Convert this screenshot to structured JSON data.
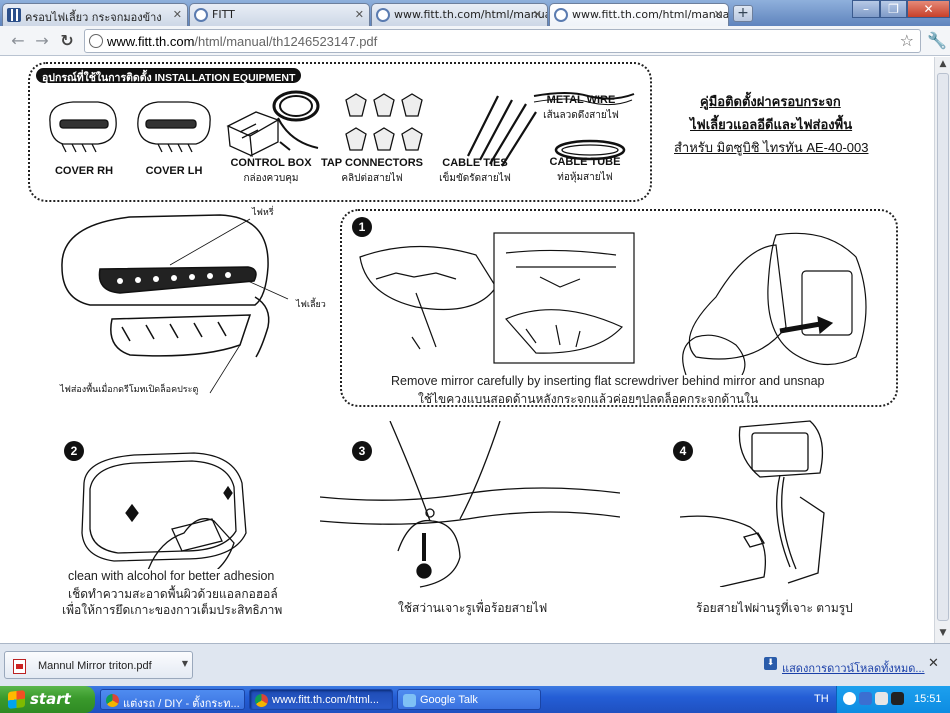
{
  "browser": {
    "tabs": [
      {
        "label": "ครอบไฟเลี้ยว กระจกมองข้าง",
        "active": false
      },
      {
        "label": "FITT",
        "active": false
      },
      {
        "label": "www.fitt.th.com/html/manual/",
        "active": false
      },
      {
        "label": "www.fitt.th.com/html/manual/",
        "active": true
      }
    ],
    "new_tab_label": "+",
    "window_controls": {
      "minimize": "–",
      "maximize": "❐",
      "close": "✕"
    },
    "address": {
      "host": "www.fitt.th.com",
      "path": "/html/manual/th1246523147.pdf"
    },
    "icons": {
      "back": "back-arrow-icon",
      "forward": "forward-arrow-icon",
      "reload": "reload-icon",
      "bookmark": "star-icon",
      "menu": "wrench-icon"
    }
  },
  "manual": {
    "equipment_header": "อุปกรณ์ที่ใช้ในการติดตั้ง  INSTALLATION EQUIPMENT",
    "equipment": [
      {
        "label": "COVER RH",
        "sub": ""
      },
      {
        "label": "COVER LH",
        "sub": ""
      },
      {
        "label": "CONTROL BOX",
        "sub": "กล่องควบคุม"
      },
      {
        "label": "TAP CONNECTORS",
        "sub": "คลิปต่อสายไฟ"
      },
      {
        "label": "CABLE TIES",
        "sub": "เข็มขัดรัดสายไฟ"
      },
      {
        "label": "METAL WIRE",
        "sub": "เส้นลวดดึงสายไฟ"
      },
      {
        "label": "CABLE TUBE",
        "sub": "ท่อหุ้มสายไฟ"
      }
    ],
    "title_lines": [
      "คู่มือติดตั้งฝาครอบกระจก",
      "ไฟเลี้ยวแอลอีดีและไฟส่องพื้น",
      "สำหรับ มิตซูบิชิ ไทรทัน AE-40-003"
    ],
    "diagram_callouts": {
      "top": "ไฟหรี่",
      "right": "ไฟเลี้ยว",
      "bottom": "ไฟส่องพื้นเมื่อกดรีโมทเปิดล็อคประตู"
    },
    "steps": [
      {
        "number": "1",
        "caption_en": "Remove mirror carefully by inserting flat screwdriver behind mirror and unsnap",
        "caption_th": "ใช้ไขควงแบนสอดด้านหลังกระจกแล้วค่อยๆปลดล็อคกระจกด้านใน"
      },
      {
        "number": "2",
        "caption_en": "clean with alcohol for better adhesion",
        "caption_th": "เช็ดทำความสะอาดพื้นผิวด้วยแอลกอฮอล์",
        "caption_th2": "เพื่อให้การยึดเกาะของกาวเต็มประสิทธิภาพ"
      },
      {
        "number": "3",
        "caption_th": "ใช้สว่านเจาะรูเพื่อร้อยสายไฟ"
      },
      {
        "number": "4",
        "caption_th": "ร้อยสายไฟผ่านรูที่เจาะ ตามรูป"
      }
    ]
  },
  "download_shelf": {
    "file_name": "Mannul Mirror triton.pdf",
    "show_all": "แสดงการดาวน์โหลดทั้งหมด..."
  },
  "taskbar": {
    "start_label": "start",
    "items": [
      {
        "label": "แต่งรถ / DIY - ตั้งกระท...",
        "active": false
      },
      {
        "label": "www.fitt.th.com/html...",
        "active": true
      },
      {
        "label": "Google Talk",
        "active": false
      }
    ],
    "language": "TH",
    "clock": "15:51"
  }
}
